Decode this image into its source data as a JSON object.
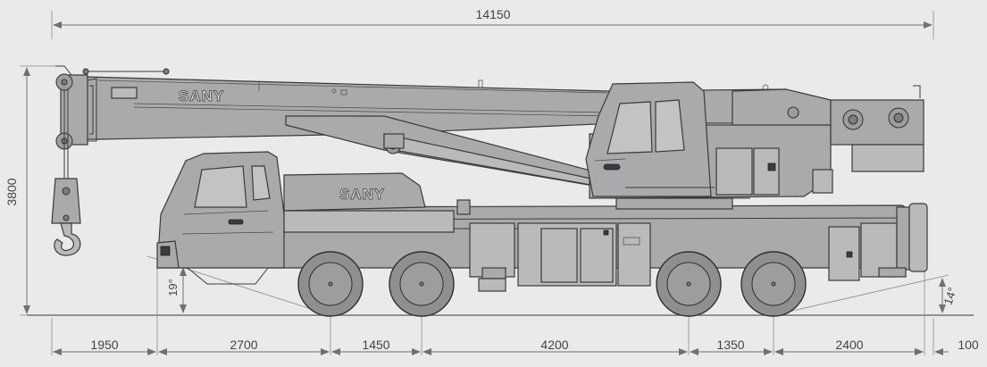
{
  "dimensions": {
    "overall_length": "14150",
    "height": "3800",
    "segments": [
      "1950",
      "2700",
      "1450",
      "4200",
      "1350",
      "2400"
    ],
    "rear_overhang": "100",
    "approach_angle": "19°",
    "departure_angle": "14°"
  },
  "branding": {
    "boom_logo": "SANY",
    "hood_logo": "SANY"
  },
  "colors": {
    "background": "#e9eaeb",
    "body": "#a9aaab",
    "outline": "#3a3a3a",
    "dimension_line": "#707070"
  }
}
